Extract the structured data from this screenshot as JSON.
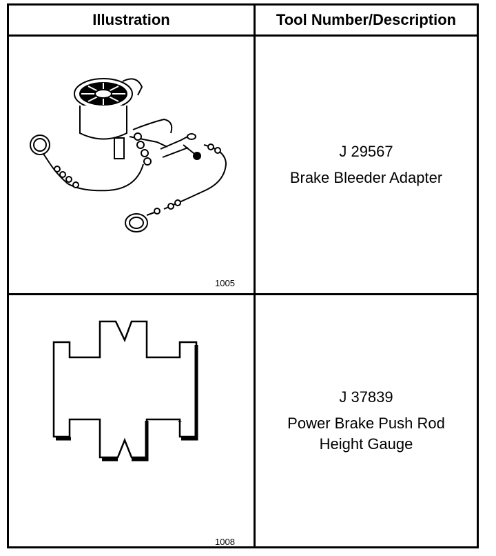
{
  "table": {
    "headers": {
      "illustration": "Illustration",
      "tool": "Tool Number/Description"
    },
    "rows": [
      {
        "figure_number": "1005",
        "tool_number": "J 29567",
        "description_lines": [
          "Brake Bleeder Adapter"
        ],
        "illustration_icon": "brake-bleeder-adapter-icon"
      },
      {
        "figure_number": "1008",
        "tool_number": "J 37839",
        "description_lines": [
          "Power Brake Push Rod",
          "Height Gauge"
        ],
        "illustration_icon": "push-rod-height-gauge-icon"
      }
    ]
  }
}
